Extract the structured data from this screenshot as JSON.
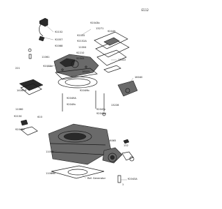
{
  "page_id": "E112",
  "ref_label": "Ref. Generator",
  "part_numbers": [
    "92152",
    "92057",
    "92068",
    "13271",
    "92049",
    "92055",
    "92152A",
    "11004",
    "221",
    "92055b",
    "14069A",
    "11061",
    "92210",
    "92043",
    "92043b",
    "16025",
    "13022",
    "92049b",
    "16040",
    "13228",
    "92049A",
    "11060",
    "92043c",
    "92043d",
    "610",
    "92150",
    "92043e",
    "92049c",
    "11005",
    "11060b",
    "132",
    "92043A",
    "16065",
    "1"
  ]
}
